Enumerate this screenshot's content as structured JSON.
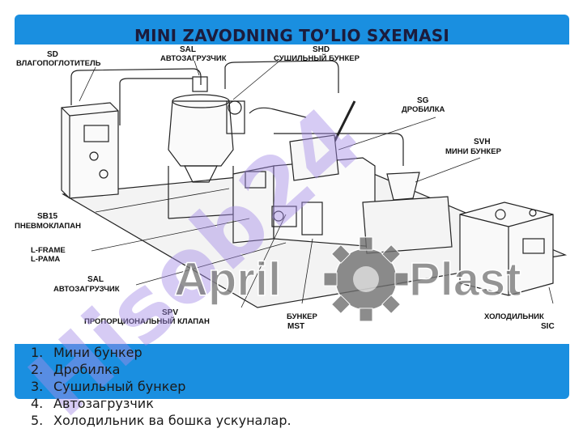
{
  "title": "MINI ZAVODNING TO’LIO SXEMASI",
  "labels": {
    "sd_code": "SD",
    "sd_name": "ВЛАГОПОГЛОТИТЕЛЬ",
    "sal_top_code": "SAL",
    "sal_top_name": "АВТОЗАГРУЗЧИК",
    "shd_code": "SHD",
    "shd_name": "СУШИЛЬНЫЙ БУНКЕР",
    "sg_code": "SG",
    "sg_name": "ДРОБИЛКА",
    "svh_code": "SVH",
    "svh_name": "МИНИ БУНКЕР",
    "sb15_code": "SB15",
    "sb15_name": "ПНЕВМОКЛАПАН",
    "lframe_line1": "L-FRAME",
    "lframe_line2": "L-PAMA",
    "sal_bottom_code": "SAL",
    "sal_bottom_name": "АВТОЗАГРУЗЧИК",
    "spv_code": "SPV",
    "spv_name": "ПРОПОРЦИОНАЛЬНЫЙ КЛАПАН",
    "mst_line1": "БУНКЕР",
    "mst_line2": "MST",
    "sic_name": "ХОЛОДИЛЬНИК",
    "sic_code": "SIC"
  },
  "watermark": {
    "logo_left": "April",
    "logo_right": "Plast",
    "diagonal_text": "Hisob24"
  },
  "colors": {
    "frame_blue": "#1a8fe0",
    "title_text": "#1c1c3c",
    "watermark_violet": "#a58be6",
    "logo_gray": "#7a7a7a"
  },
  "list": [
    {
      "num": "1.",
      "text": "Мини бункер"
    },
    {
      "num": "2.",
      "text": "Дробилка"
    },
    {
      "num": "3.",
      "text": "Сушильный бункер"
    },
    {
      "num": "4.",
      "text": "Автозагрузчик"
    },
    {
      "num": "5.",
      "text": "Холодильник ва бошка ускуналар."
    }
  ]
}
